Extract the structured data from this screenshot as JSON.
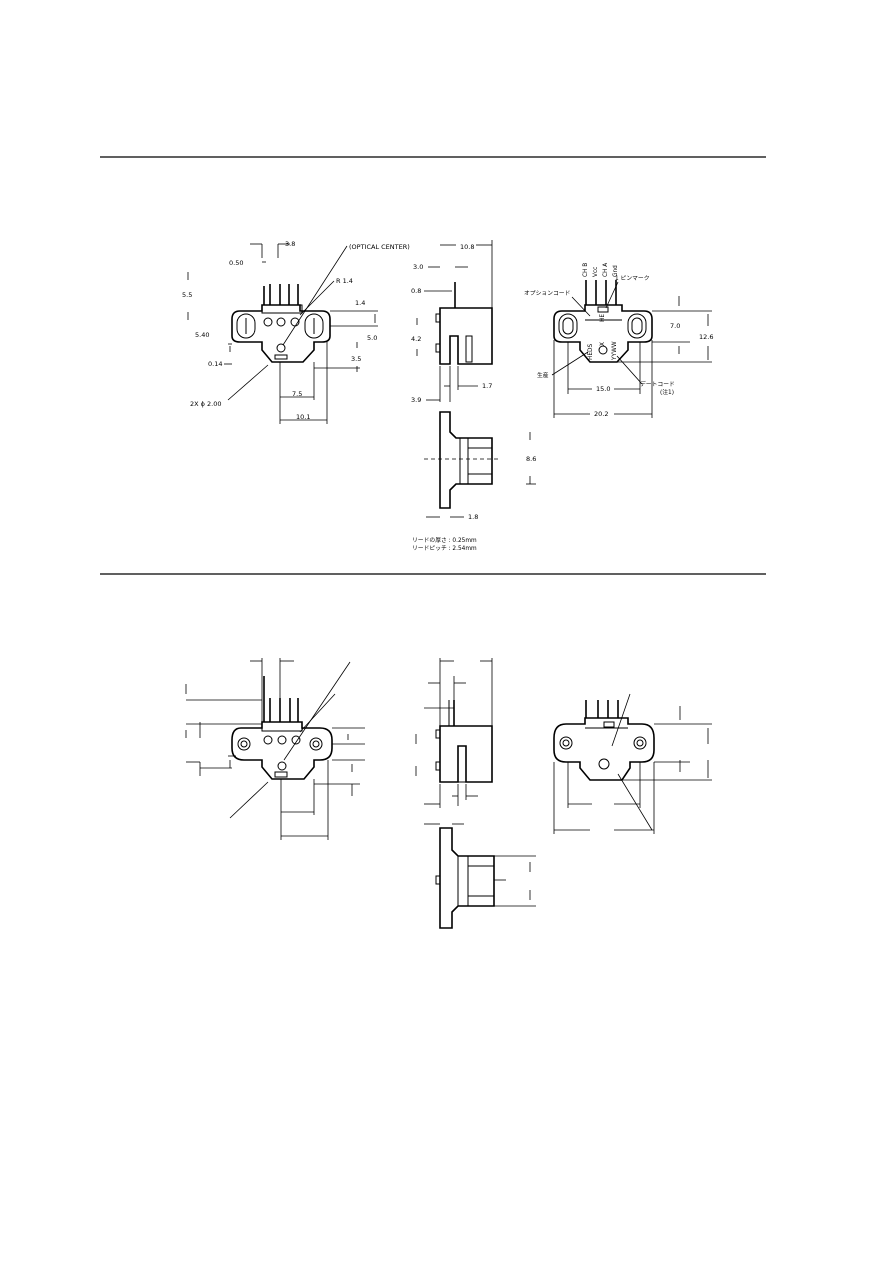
{
  "top_drawing": {
    "labels": {
      "dim_3_8": "3.8",
      "dim_0_50": "0.50",
      "optical_center": "(OPTICAL CENTER)",
      "dim_r_1_4": "R 1.4",
      "dim_5_5": "5.5",
      "dim_1_4": "1.4",
      "dim_5_40": "5.40",
      "dim_5_0": "5.0",
      "dim_0_14": "0.14",
      "dim_3_5": "3.5",
      "dim_2x_2_00": "2X ϕ 2.00",
      "dim_7_5": "7.5",
      "dim_10_1": "10.1",
      "dim_10_8": "10.8",
      "dim_3_0": "3.0",
      "dim_0_8": "0.8",
      "dim_4_2": "4.2",
      "dim_1_7": "1.7",
      "dim_3_9": "3.9",
      "dim_8_6": "8.6",
      "dim_1_8": "1.8",
      "lead_thickness": "リードの厚さ : 0.25mm",
      "lead_pitch": "リードピッチ : 2.54mm",
      "pin_ch_b": "CH B",
      "pin_vcc": "Vcc",
      "pin_ch_a": "CH A",
      "pin_gnd": "Gnd",
      "option_code": "オプションコード",
      "pin1_mark": "1 ピンマーク",
      "part_number": "HEDS",
      "part_x": "X",
      "part_yyww": "YYWW",
      "part_code": "HE",
      "label_country": "生産",
      "date_code": "デートコード",
      "date_code_sub": "(注1)",
      "dim_7_0": "7.0",
      "dim_12_6": "12.6",
      "dim_15_0": "15.0",
      "dim_20_2": "20.2"
    }
  },
  "colors": {
    "ink": "#000000",
    "paper": "#ffffff"
  }
}
